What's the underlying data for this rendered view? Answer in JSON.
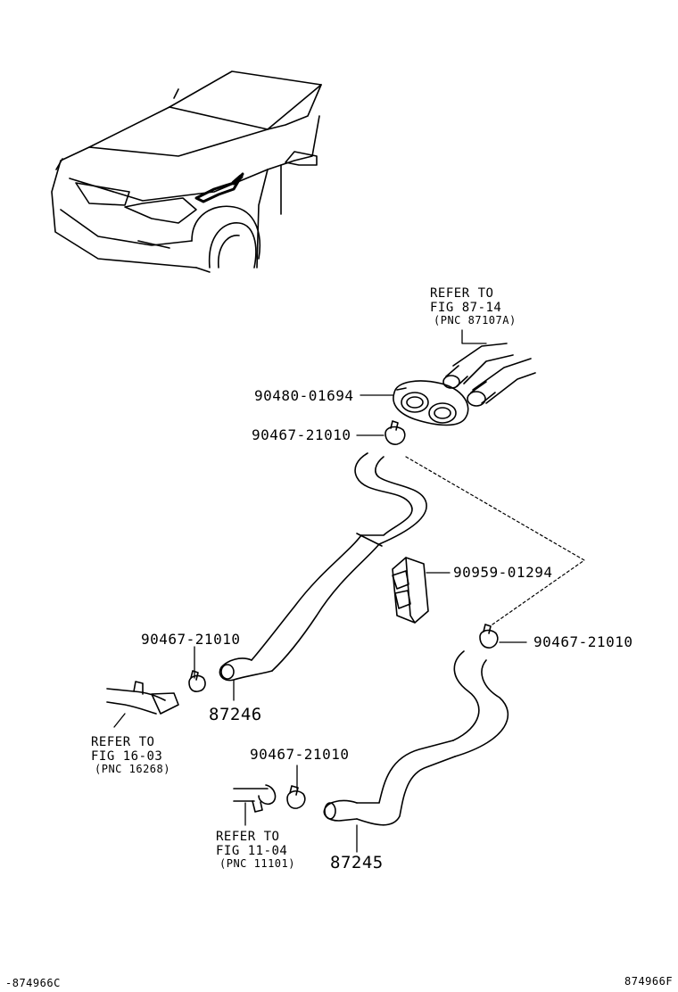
{
  "labels": {
    "refer_top": [
      "REFER TO",
      "FIG 87-14",
      "(PNC 87107A)"
    ],
    "refer_left": [
      "REFER TO",
      "FIG 16-03",
      "(PNC 16268)"
    ],
    "refer_bottom": [
      "REFER TO",
      "FIG 11-04",
      "(PNC 11101)"
    ],
    "grommet": "90480-01694",
    "clamp_top": "90467-21010",
    "clamp_right": "90467-21010",
    "clamp_left": "90467-21010",
    "clamp_bottom": "90467-21010",
    "holder": "90959-01294",
    "hose_upper": "87246",
    "hose_lower": "87245"
  },
  "footer": {
    "left_code": "-874966C",
    "right_code": "874966F"
  }
}
